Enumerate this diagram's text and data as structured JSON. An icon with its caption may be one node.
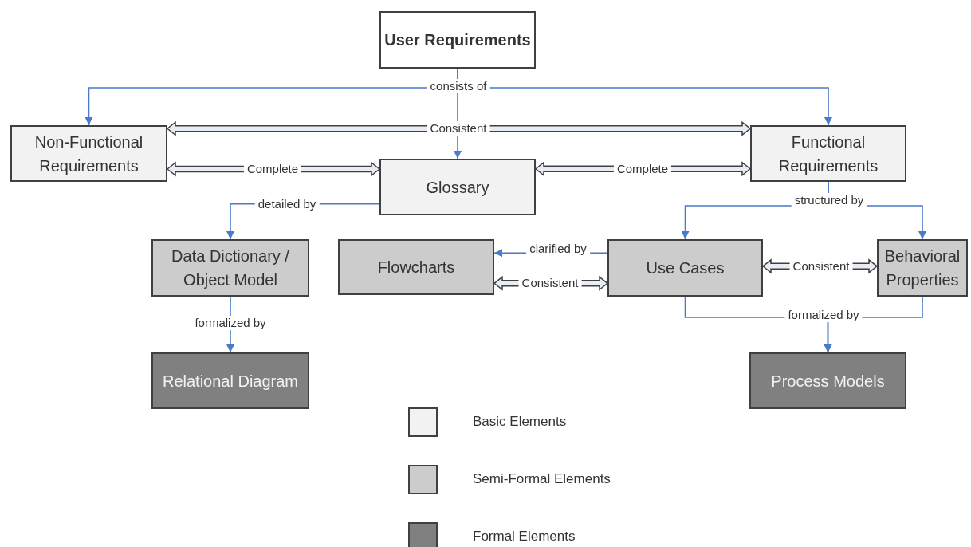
{
  "diagram": {
    "nodes": [
      {
        "text": [
          "User Requirements"
        ]
      },
      {
        "text": [
          "Non-Functional Requirements"
        ]
      },
      {
        "text": [
          "Functional Requirements"
        ]
      },
      {
        "text": [
          "Glossary"
        ]
      },
      {
        "text": [
          "Data Dictionary / Object Model"
        ]
      },
      {
        "text": [
          "Flowcharts"
        ]
      },
      {
        "text": [
          "Use Cases"
        ]
      },
      {
        "text": [
          "Behavioral Properties"
        ]
      },
      {
        "text": [
          "Relational Diagram"
        ]
      },
      {
        "text": [
          "Process Models"
        ]
      }
    ],
    "edges": [
      {
        "from": 0,
        "to": 1,
        "arrow": "to"
      },
      {
        "from": 0,
        "to": 3,
        "arrow": "to",
        "label": "consists of"
      },
      {
        "from": 0,
        "to": 2,
        "arrow": "to"
      },
      {
        "from": 1,
        "to": 2,
        "arrow": "both",
        "label": "Consistent",
        "style": "thick",
        "color": "#404040"
      },
      {
        "from": 1,
        "to": 3,
        "arrow": "both",
        "label": "Complete",
        "style": "thick",
        "color": "#404040"
      },
      {
        "from": 3,
        "to": 2,
        "arrow": "both",
        "label": "Complete",
        "style": "thick",
        "color": "#404040"
      },
      {
        "from": 3,
        "to": 4,
        "arrow": "to",
        "label": "detailed by"
      },
      {
        "from": 4,
        "to": 8,
        "arrow": "to",
        "label": "formalized by"
      },
      {
        "from": 2,
        "to": 6,
        "arrow": "to",
        "label": "structured by"
      },
      {
        "from": 2,
        "to": 7,
        "arrow": "to"
      },
      {
        "from": 6,
        "to": 5,
        "arrow": "to",
        "label": "clarified by"
      },
      {
        "from": 5,
        "to": 6,
        "arrow": "both",
        "label": "Consistent",
        "style": "thick",
        "color": "#404040"
      },
      {
        "from": 6,
        "to": 7,
        "arrow": "both",
        "label": "Consistent",
        "style": "thick",
        "color": "#404040"
      },
      {
        "from": 6,
        "to": 9,
        "arrow": "to",
        "label": "formalized by"
      },
      {
        "from": 7,
        "to": 9,
        "arrow": "to"
      }
    ],
    "legend": [
      {
        "text": "Basic Elements",
        "color": "#f2f2f2"
      },
      {
        "text": "Semi-Formal Elements",
        "color": "#cccccc"
      },
      {
        "text": "Formal Elements",
        "color": "#808080"
      }
    ]
  }
}
